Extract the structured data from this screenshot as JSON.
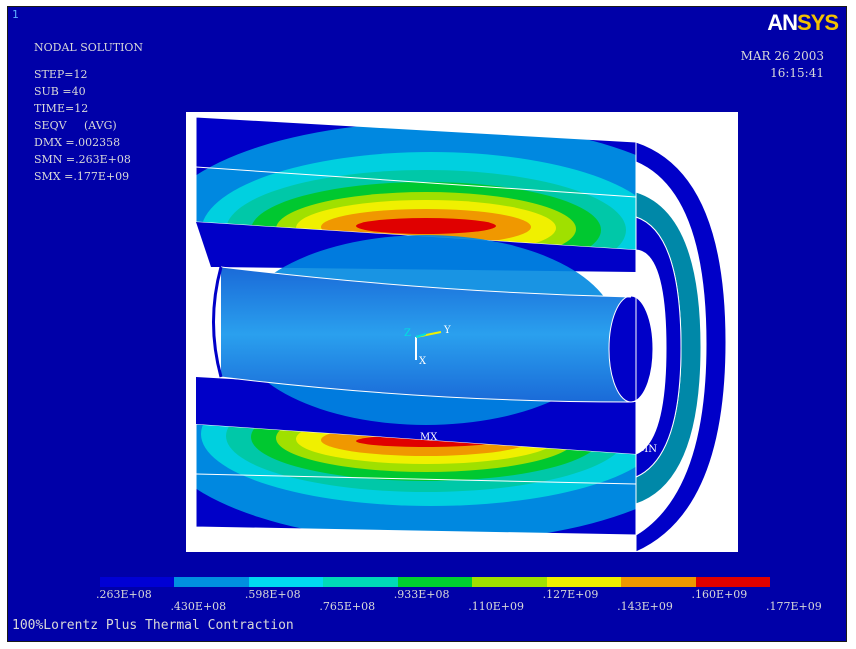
{
  "window_number": "1",
  "header": {
    "solution_type": "NODAL SOLUTION",
    "step": "STEP=12",
    "sub": "SUB =40",
    "time": "TIME=12",
    "seqv": "SEQV     (AVG)",
    "dmx": "DMX =.002358",
    "smn": "SMN =.263E+08",
    "smx": "SMX =.177E+09"
  },
  "logo": {
    "part_a": "AN",
    "part_b": "SYS"
  },
  "date": "MAR 26 2003",
  "time_of_day": "16:15:41",
  "markers": {
    "mx": "MX",
    "mn": "MN",
    "axis_y": "Y",
    "axis_x": "X",
    "axis_z": "Z"
  },
  "legend": {
    "colors": [
      "#0000d4",
      "#0090e0",
      "#00d8f0",
      "#00d8b8",
      "#00d030",
      "#a0e000",
      "#f0f000",
      "#f09800",
      "#e00000"
    ],
    "labels_top": [
      ".263E+08",
      ".598E+08",
      ".933E+08",
      ".127E+09",
      ".160E+09"
    ],
    "labels_bottom": [
      ".430E+08",
      ".765E+08",
      ".110E+09",
      ".143E+09",
      ".177E+09"
    ]
  },
  "caption": "100%Lorentz Plus Thermal Contraction"
}
